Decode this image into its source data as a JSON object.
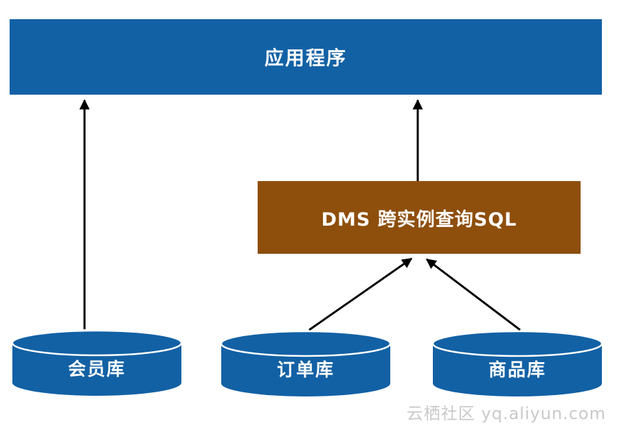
{
  "diagram": {
    "app_box": {
      "label": "应用程序"
    },
    "dms_box": {
      "label": "DMS 跨实例查询SQL"
    },
    "databases": [
      {
        "label": "会员库"
      },
      {
        "label": "订单库"
      },
      {
        "label": "商品库"
      }
    ],
    "watermark": "云栖社区 yq.aliyun.com",
    "colors": {
      "app_box": "#1261a5",
      "dms_box": "#8e4e0c",
      "database": "#1261a5",
      "database_stroke": "#ffffff",
      "arrow": "#000000",
      "watermark": "#c9c9c9"
    }
  }
}
